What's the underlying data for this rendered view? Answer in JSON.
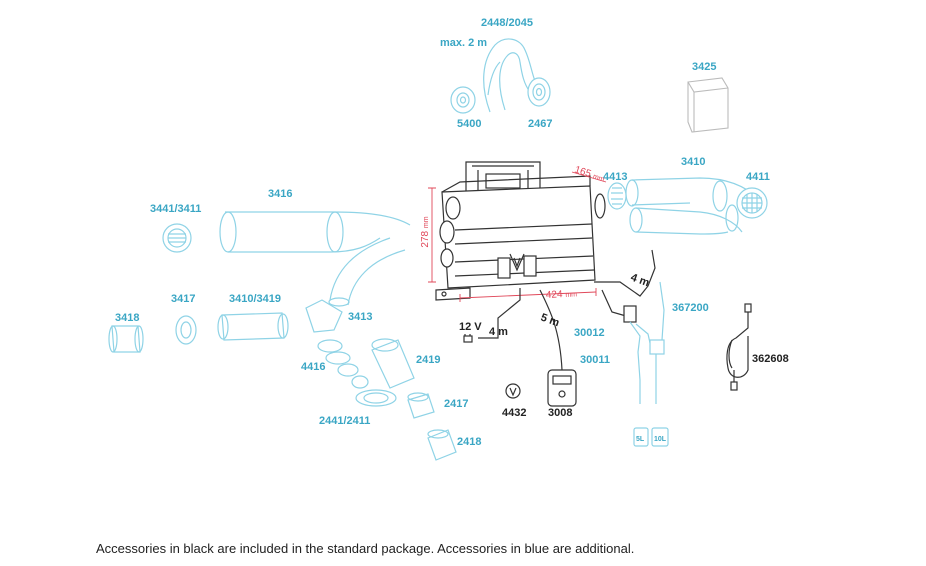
{
  "labels": {
    "duct_top": "2448/2045",
    "max_length": "max. 2 m",
    "cap_5400": "5400",
    "cap_2467": "2467",
    "part_3425": "3425",
    "part_3410": "3410",
    "part_4411": "4411",
    "part_4413": "4413",
    "part_3416": "3416",
    "part_3441_3411": "3441/3411",
    "part_3417": "3417",
    "part_3410_3419": "3410/3419",
    "part_3418": "3418",
    "part_3413": "3413",
    "part_4416": "4416",
    "part_2419": "2419",
    "part_2441_2411": "2441/2411",
    "part_2417": "2417",
    "part_2418": "2418",
    "voltage": "12 V",
    "cable_4m_power": "4 m",
    "cable_5m": "5 m",
    "cable_4m_fuel": "4 m",
    "part_30012": "30012",
    "part_30011": "30011",
    "part_367200": "367200",
    "part_362608": "362608",
    "part_4432": "4432",
    "part_3008": "3008",
    "tank_5l": "5L",
    "tank_10l": "10L"
  },
  "dimensions": {
    "height": "278",
    "height_unit": "mm",
    "width": "424",
    "width_unit": "mm",
    "depth": "165",
    "depth_unit": "mm"
  },
  "caption": "Accessories in black are included in the standard package. Accessories in blue are additional.",
  "colors": {
    "standard": "#222222",
    "additional": "#3aa6c4",
    "dimension": "#e0485a"
  }
}
